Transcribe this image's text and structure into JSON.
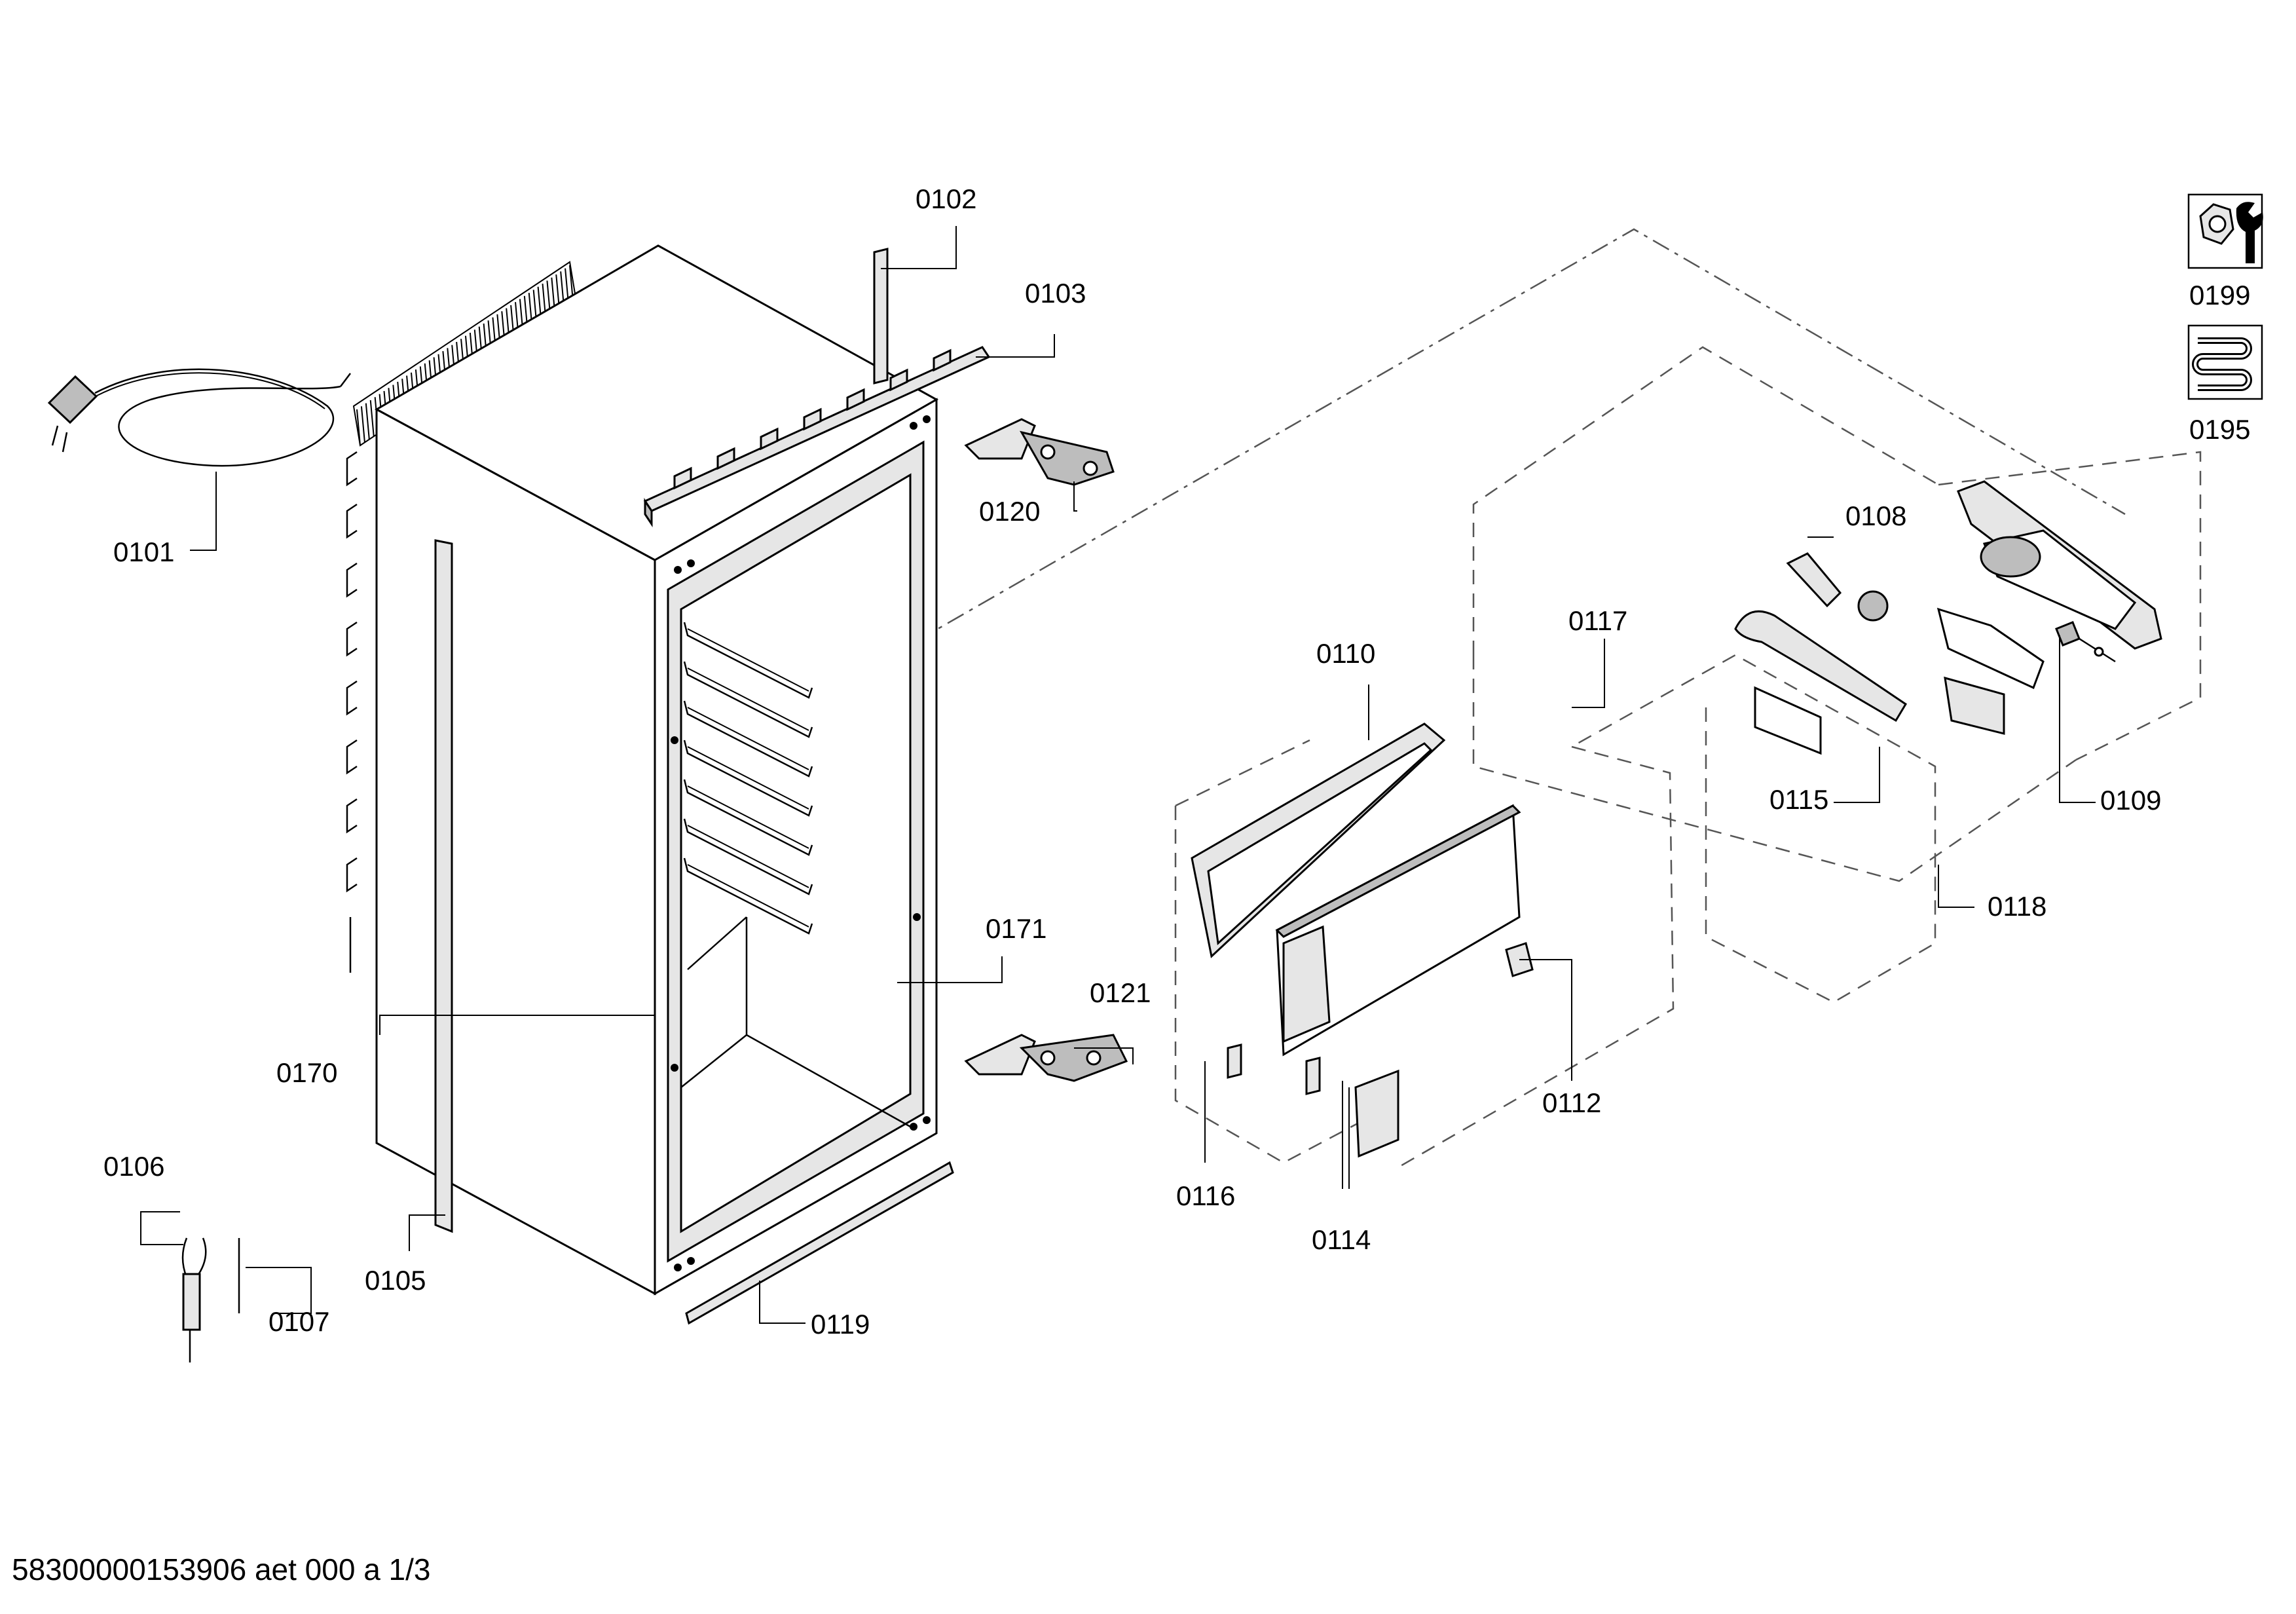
{
  "callouts": [
    "0101",
    "0102",
    "0103",
    "0105",
    "0106",
    "0107",
    "0108",
    "0109",
    "0110",
    "0112",
    "0114",
    "0115",
    "0116",
    "0117",
    "0118",
    "0119",
    "0120",
    "0121",
    "0170",
    "0171",
    "0195",
    "0199"
  ],
  "footer_text": "58300000153906 aet 000 a 1/3",
  "icons": {
    "tools_icon": "nut-and-wrench-icon",
    "heater_icon": "heating-coil-icon"
  }
}
